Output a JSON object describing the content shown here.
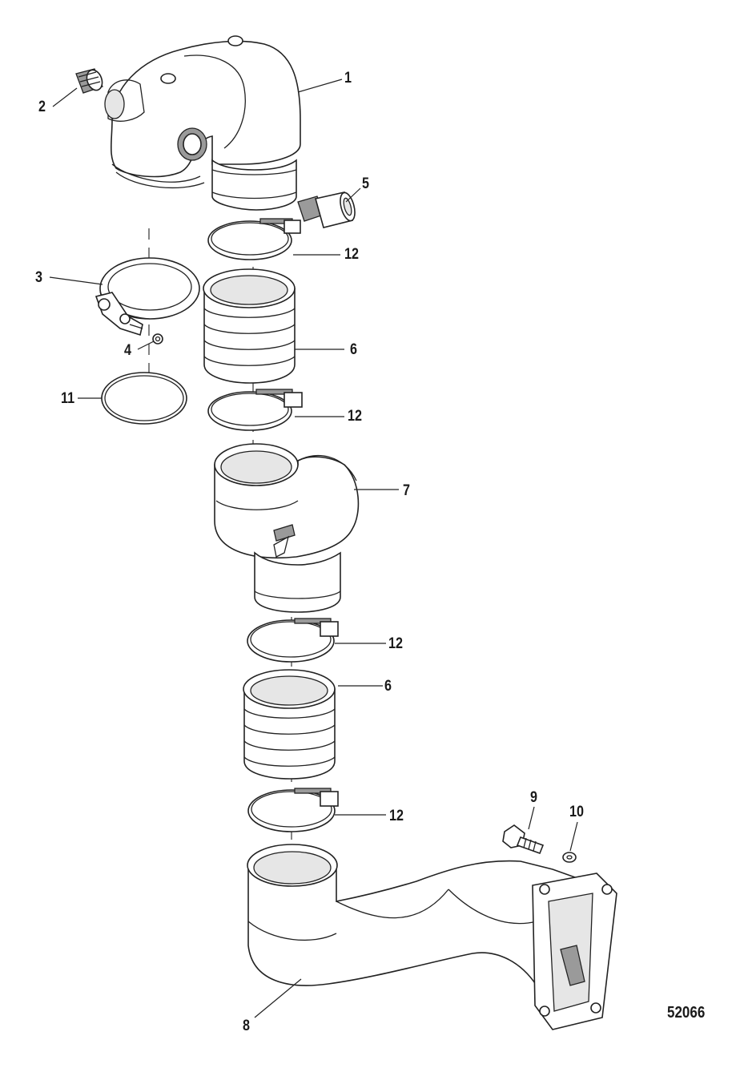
{
  "figure_number": "52066",
  "callouts": {
    "c1": "1",
    "c2": "2",
    "c3": "3",
    "c4": "4",
    "c5": "5",
    "c6a": "6",
    "c6b": "6",
    "c7": "7",
    "c8": "8",
    "c9": "9",
    "c10": "10",
    "c11": "11",
    "c12a": "12",
    "c12b": "12",
    "c12c": "12",
    "c12d": "12"
  }
}
